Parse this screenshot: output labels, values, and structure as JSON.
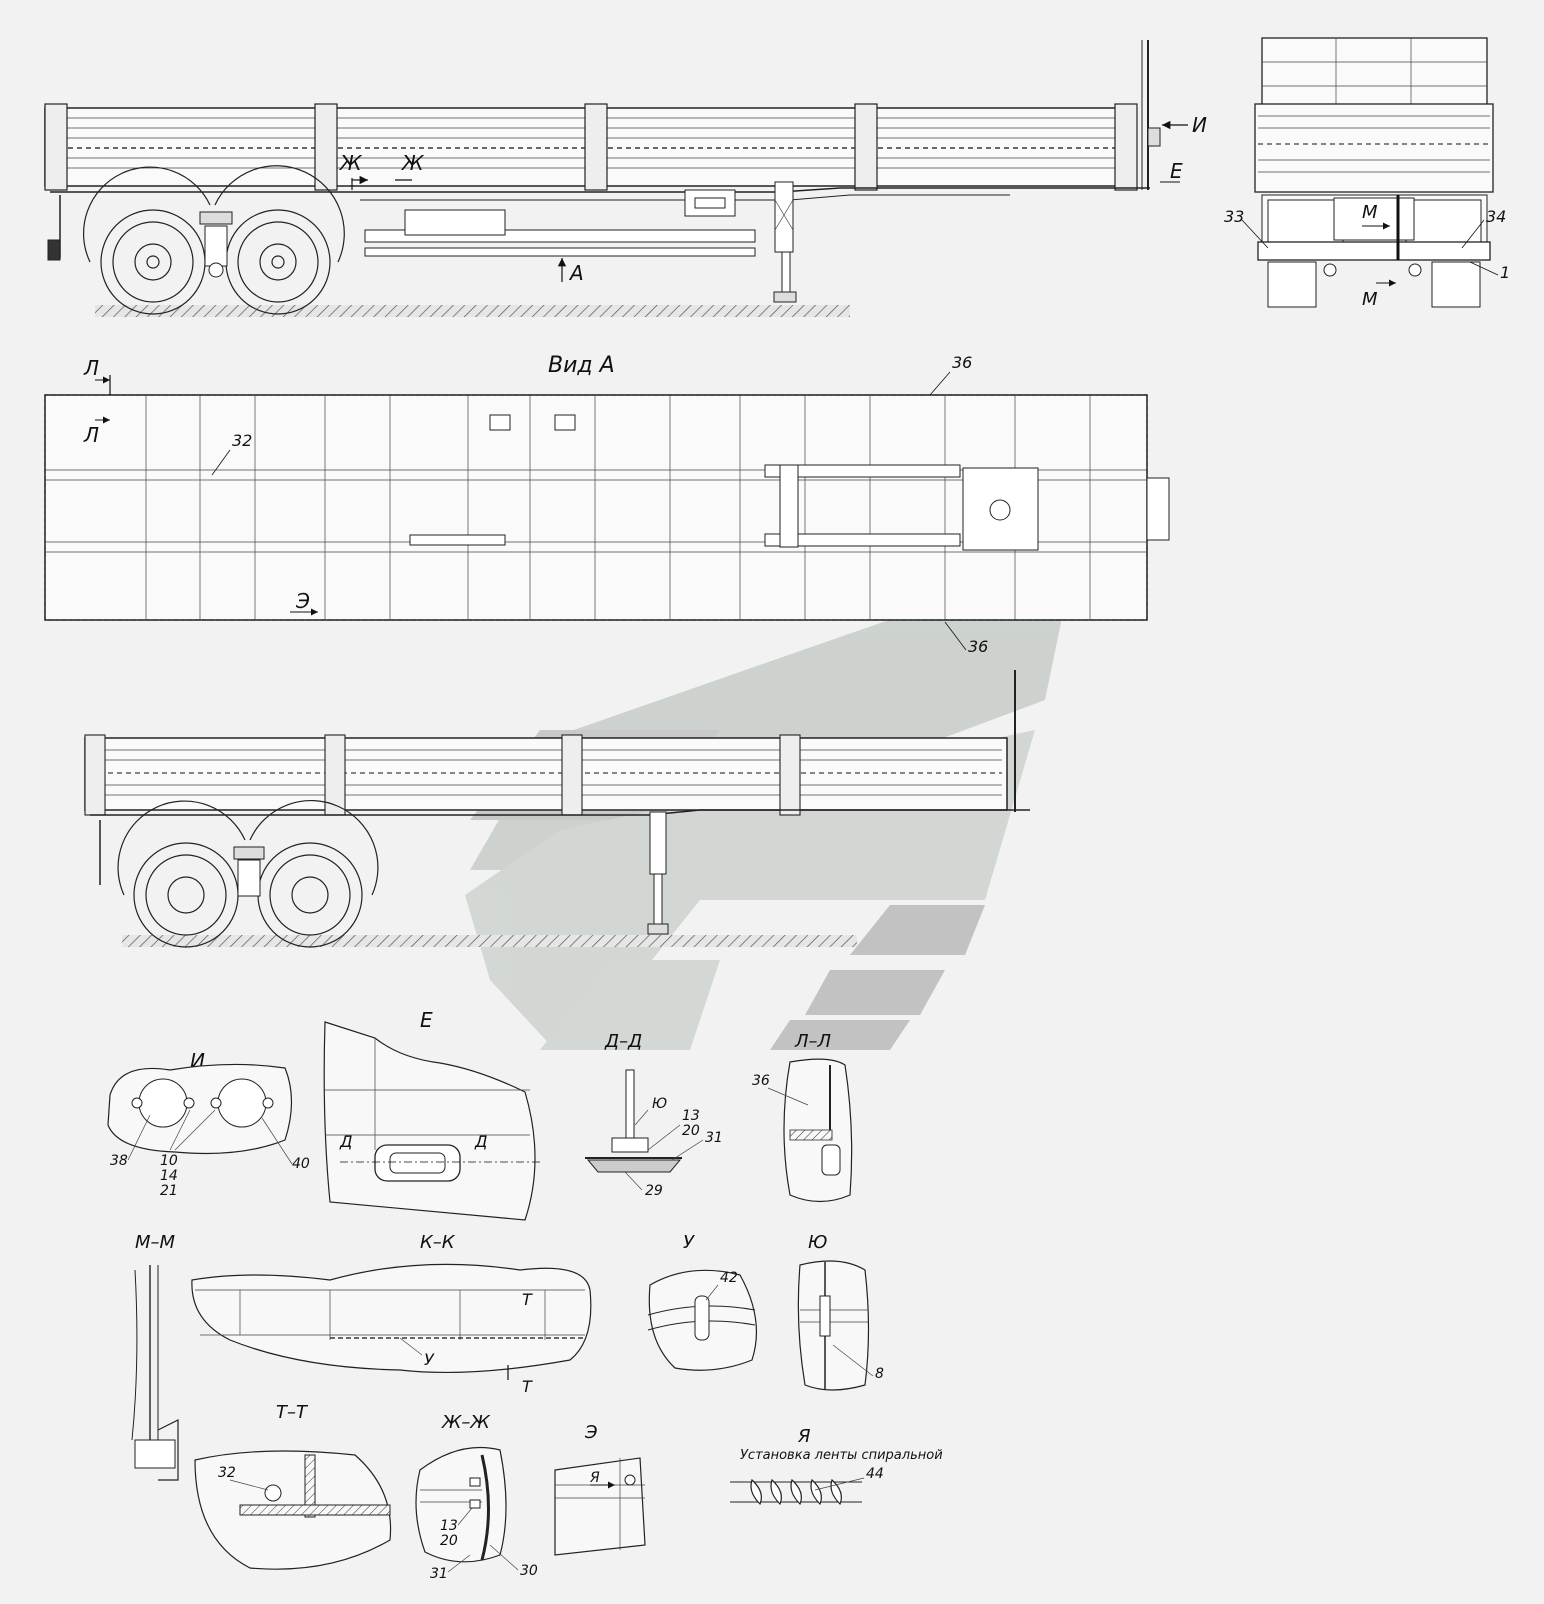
{
  "labels": {
    "view_a": "Вид А",
    "arrow_a": "А",
    "arrow_i": "И",
    "arrow_e": "Е",
    "arrow_zh1": "Ж",
    "arrow_zh2": "Ж",
    "arrow_l1": "Л",
    "arrow_l2": "Л",
    "arrow_m1": "М",
    "arrow_m2": "М",
    "arrow_e2": "Э",
    "rear_33": "33",
    "rear_34": "34",
    "rear_1": "1",
    "plan_32": "32",
    "plan_36a": "36",
    "plan_36b": "36"
  },
  "details": {
    "i": {
      "title": "И",
      "p38": "38",
      "p10": "10",
      "p14": "14",
      "p21": "21",
      "p40": "40"
    },
    "e": {
      "title": "Е",
      "d1": "Д",
      "d2": "Д"
    },
    "dd": {
      "title": "Д–Д",
      "yu": "Ю",
      "p13": "13",
      "p20": "20",
      "p31": "31",
      "p29": "29"
    },
    "ll": {
      "title": "Л–Л",
      "p36": "36"
    },
    "mm": {
      "title": "М–М"
    },
    "kk": {
      "title": "К–К",
      "t1": "Т",
      "t2": "Т",
      "u": "У"
    },
    "u": {
      "title": "У",
      "p42": "42"
    },
    "yu": {
      "title": "Ю",
      "p8": "8"
    },
    "tt": {
      "title": "Т–Т",
      "p32": "32"
    },
    "zhzh": {
      "title": "Ж–Ж",
      "p13": "13",
      "p20": "20",
      "p31": "31",
      "p30": "30"
    },
    "ee": {
      "title": "Э",
      "ya": "Я"
    },
    "ya": {
      "title": "Я",
      "subtitle": "Установка ленты спиральной",
      "p44": "44"
    }
  }
}
